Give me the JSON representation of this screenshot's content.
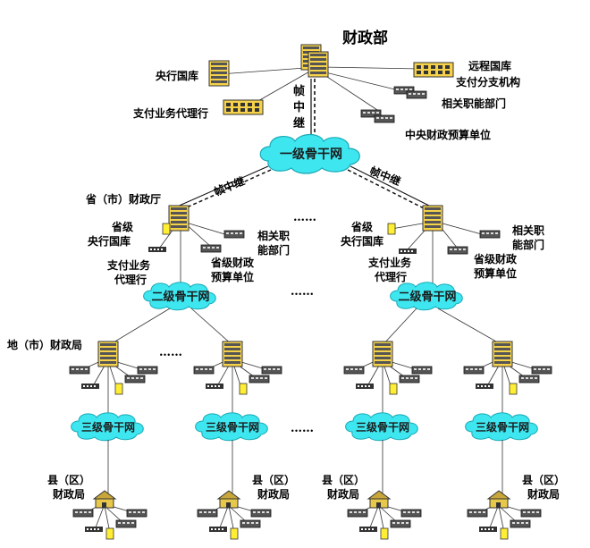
{
  "top": {
    "title": "财政部",
    "relay": [
      "帧",
      "中",
      "继"
    ],
    "central_bank": "央行国库",
    "payment_agent": "支付业务代理行",
    "remote_treasury": [
      "远程国库",
      "支付分支机构"
    ],
    "related_dept": "相关职能部门",
    "central_budget": "中央财政预算单位"
  },
  "clouds": {
    "level1": "一级骨干网",
    "level2": "二级骨干网",
    "level3": "三级骨干网"
  },
  "links": {
    "relay_left": "帧中继",
    "relay_right": "帧中继"
  },
  "provincial": {
    "title": "省（市）财政厅",
    "central_bank": [
      "省级",
      "央行国库"
    ],
    "related_dept_left": [
      "相关职",
      "能部门"
    ],
    "related_dept_right": [
      "相关职",
      "能部门"
    ],
    "payment_agent": [
      "支付业务",
      "代理行"
    ],
    "budget_unit": [
      "省级财政",
      "预算单位"
    ]
  },
  "city": {
    "title": "地（市）财政局"
  },
  "county": {
    "title_line1": "县（区）",
    "title_line2": "财政局"
  },
  "ellipsis": "……"
}
